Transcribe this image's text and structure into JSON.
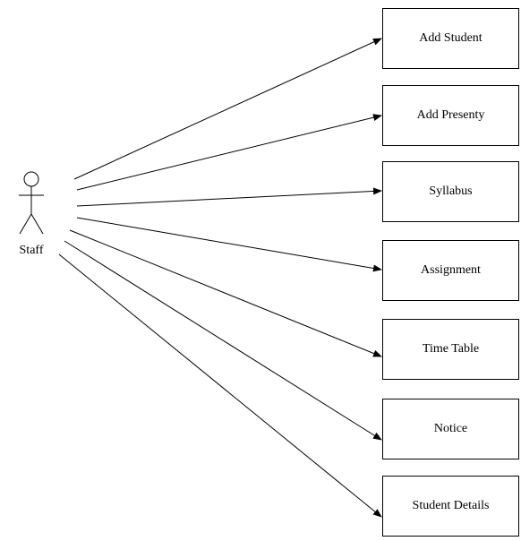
{
  "actor": {
    "label": "Staff",
    "icon": "stick-figure-icon"
  },
  "use_cases": [
    {
      "id": "add-student",
      "label": "Add Student"
    },
    {
      "id": "add-presenty",
      "label": "Add Presenty"
    },
    {
      "id": "syllabus",
      "label": "Syllabus"
    },
    {
      "id": "assignment",
      "label": "Assignment"
    },
    {
      "id": "time-table",
      "label": "Time Table"
    },
    {
      "id": "notice",
      "label": "Notice"
    },
    {
      "id": "student-details",
      "label": "Student Details"
    }
  ],
  "colors": {
    "line": "#000000",
    "box_border": "#000000",
    "background": "#ffffff"
  }
}
